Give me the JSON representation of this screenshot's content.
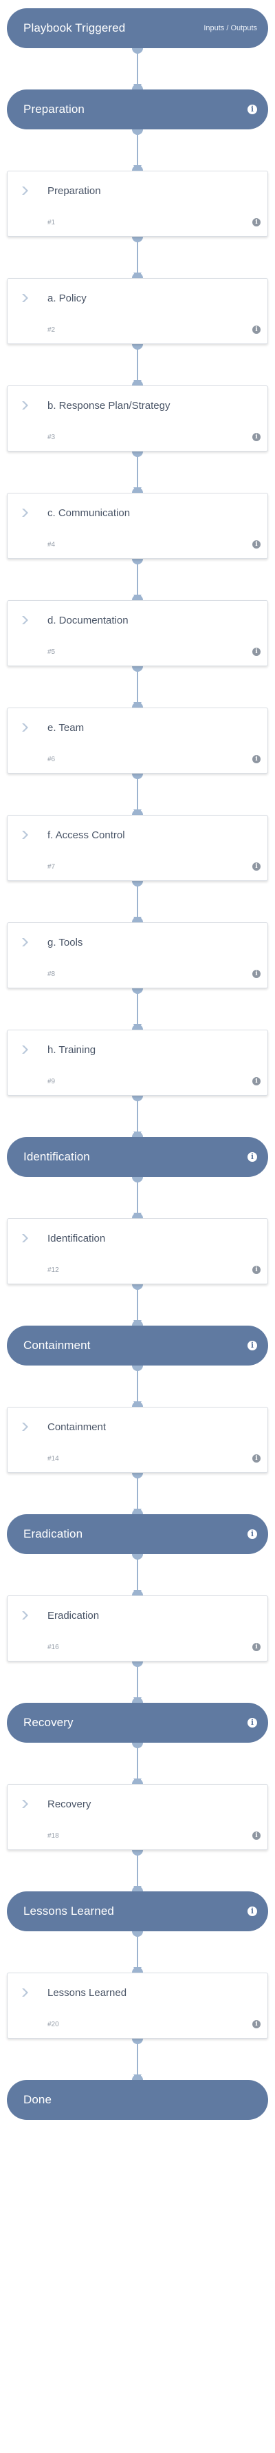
{
  "colors": {
    "header_fill": "#607aa1",
    "connector": "#9cb3cf",
    "task_border": "#d9dde3",
    "chevron": "#b9c8da"
  },
  "nodes": [
    {
      "kind": "start",
      "title": "Playbook Triggered",
      "aux": "Inputs / Outputs"
    },
    {
      "kind": "section",
      "title": "Preparation",
      "icon": "info-icon"
    },
    {
      "kind": "task",
      "title": "Preparation",
      "number": "#1"
    },
    {
      "kind": "task",
      "title": "a. Policy",
      "number": "#2"
    },
    {
      "kind": "task",
      "title": "b. Response Plan/Strategy",
      "number": "#3"
    },
    {
      "kind": "task",
      "title": "c. Communication",
      "number": "#4"
    },
    {
      "kind": "task",
      "title": "d. Documentation",
      "number": "#5"
    },
    {
      "kind": "task",
      "title": "e. Team",
      "number": "#6"
    },
    {
      "kind": "task",
      "title": "f. Access Control",
      "number": "#7"
    },
    {
      "kind": "task",
      "title": "g. Tools",
      "number": "#8"
    },
    {
      "kind": "task",
      "title": "h. Training",
      "number": "#9"
    },
    {
      "kind": "section",
      "title": "Identification",
      "icon": "info-icon"
    },
    {
      "kind": "task",
      "title": "Identification",
      "number": "#12"
    },
    {
      "kind": "section",
      "title": "Containment",
      "icon": "info-icon"
    },
    {
      "kind": "task",
      "title": "Containment",
      "number": "#14"
    },
    {
      "kind": "section",
      "title": "Eradication",
      "icon": "info-icon"
    },
    {
      "kind": "task",
      "title": "Eradication",
      "number": "#16"
    },
    {
      "kind": "section",
      "title": "Recovery",
      "icon": "info-icon"
    },
    {
      "kind": "task",
      "title": "Recovery",
      "number": "#18"
    },
    {
      "kind": "section",
      "title": "Lessons Learned",
      "icon": "info-icon"
    },
    {
      "kind": "task",
      "title": "Lessons Learned",
      "number": "#20"
    },
    {
      "kind": "end",
      "title": "Done"
    }
  ]
}
